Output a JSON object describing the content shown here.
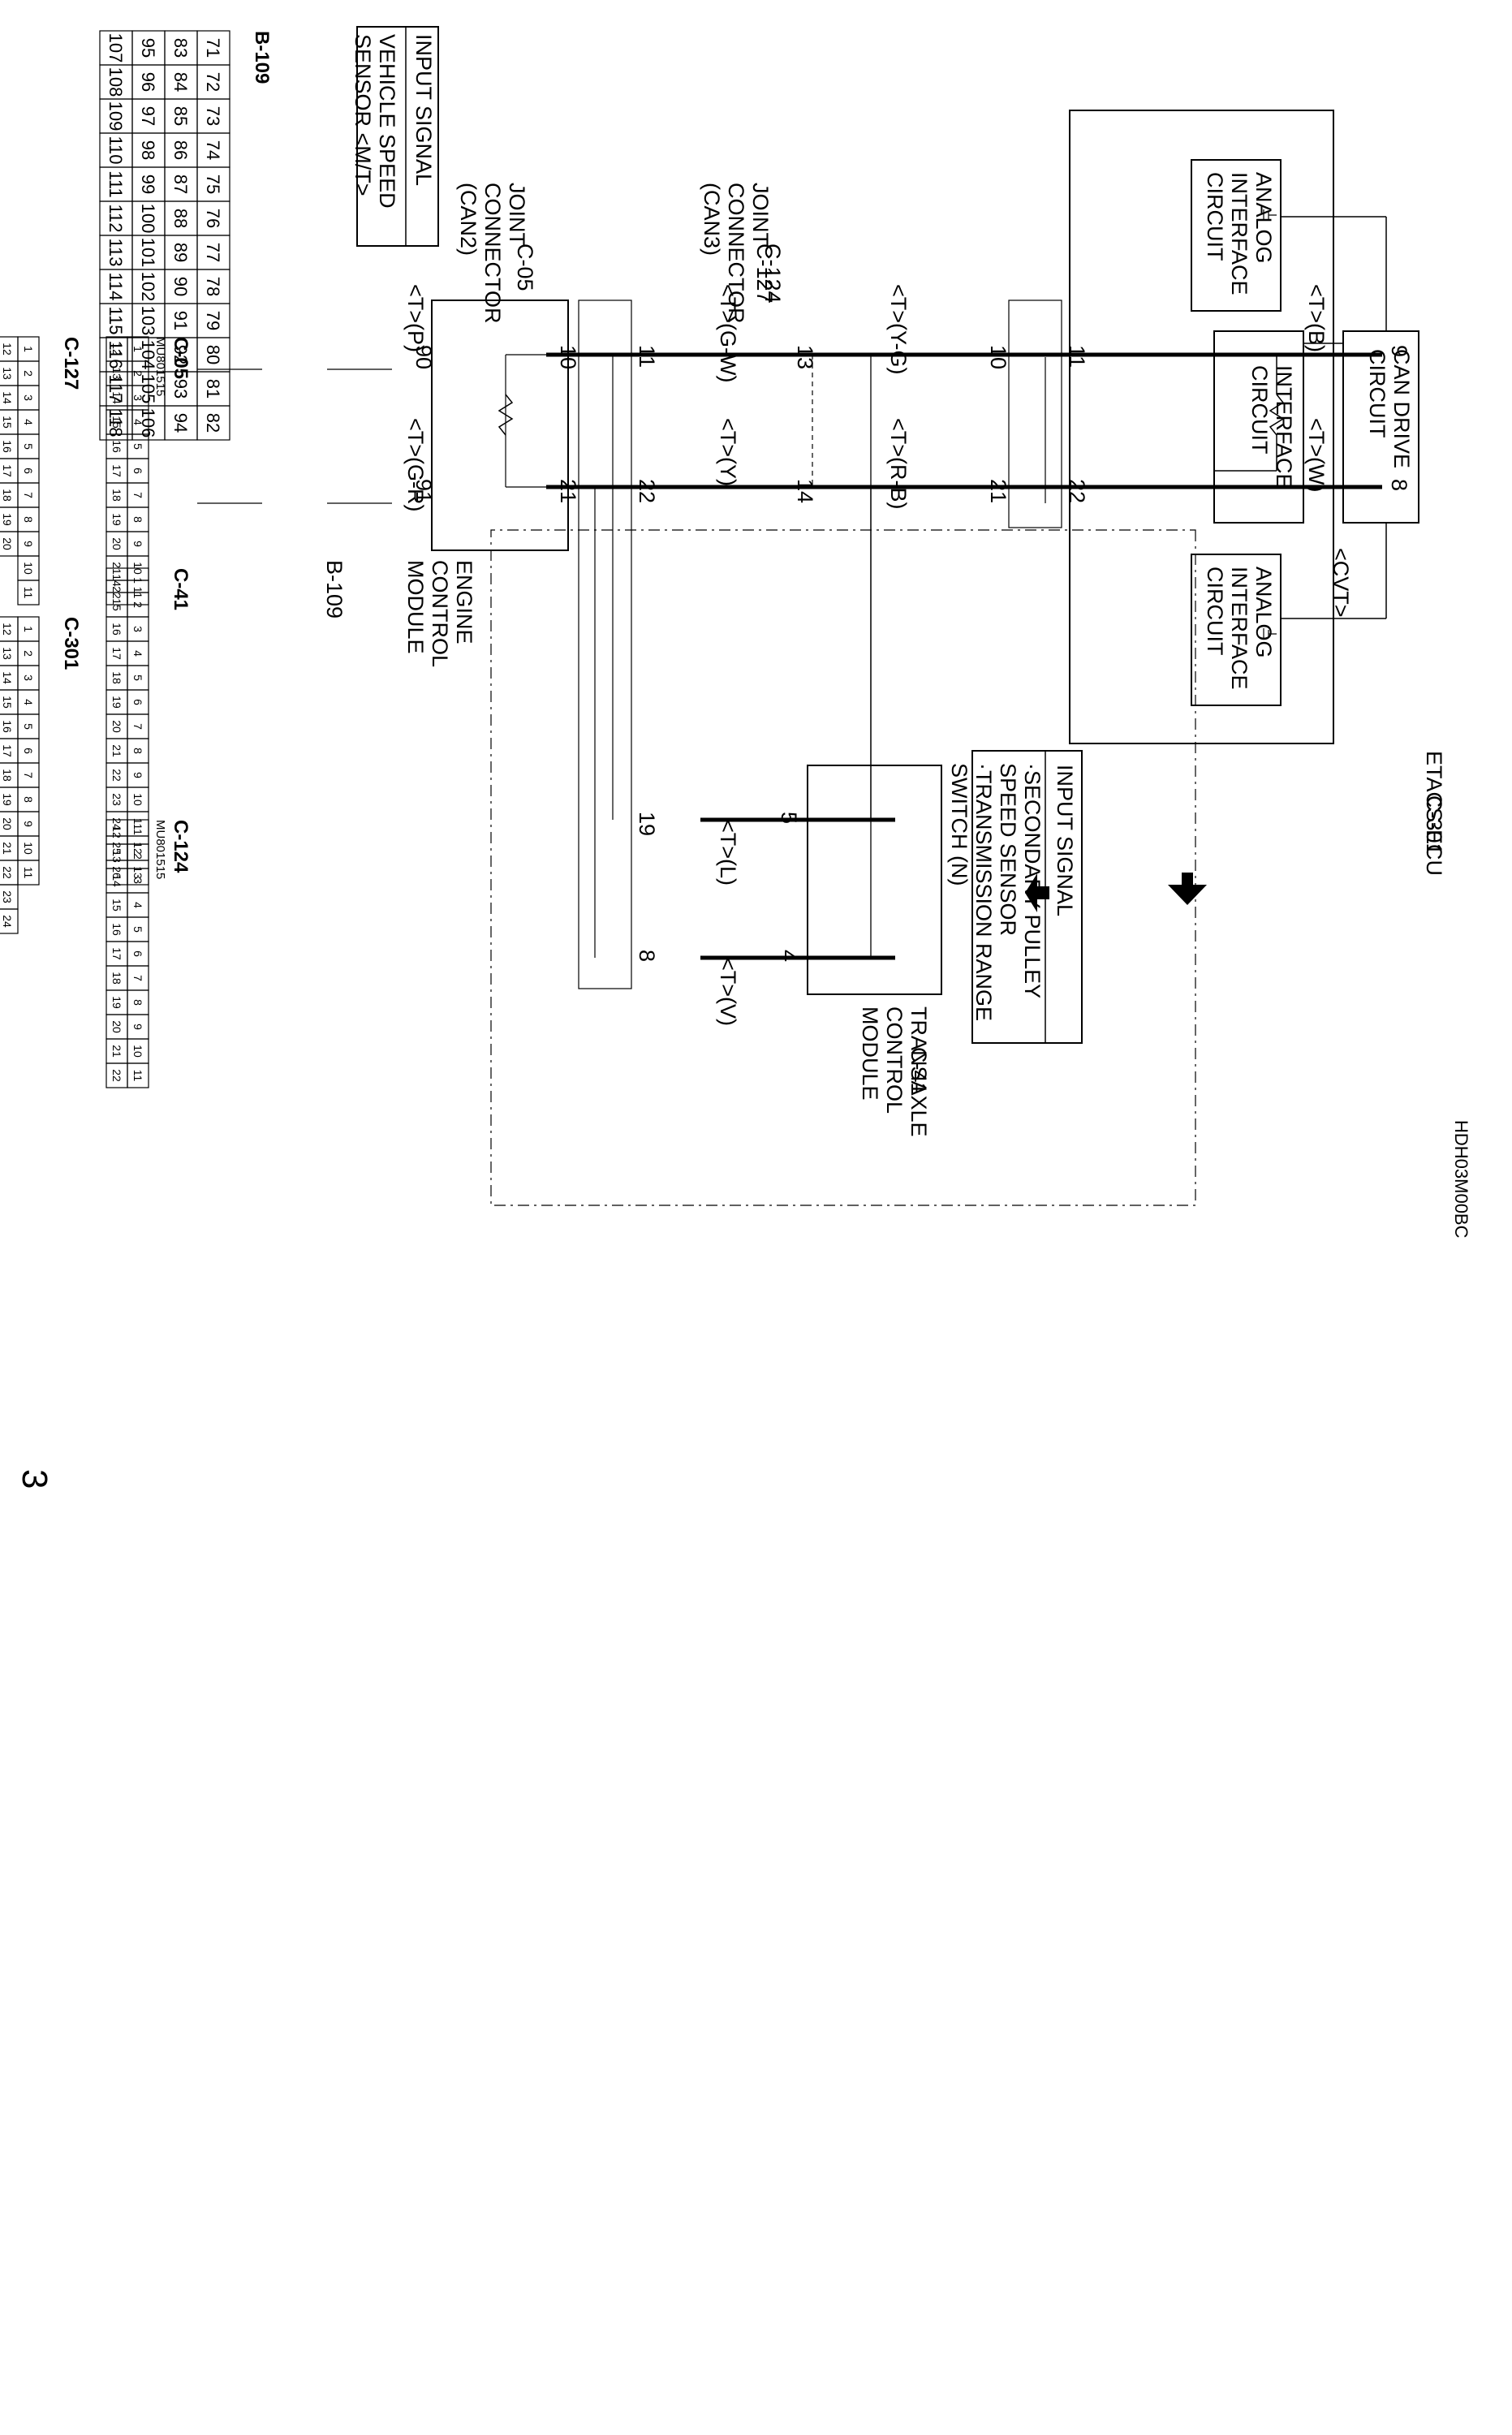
{
  "page_number": "3",
  "figure_code": "HDH03M00BC",
  "etacs": {
    "name": "ETACS-ECU",
    "connector": "C-301",
    "blocks": [
      [
        "ANALOG",
        "INTERFACE",
        "CIRCUIT"
      ],
      [
        "INTERFACE",
        "CIRCUIT"
      ],
      [
        "ANALOG",
        "INTERFACE",
        "CIRCUIT"
      ],
      [
        "CAN DRIVE",
        "CIRCUIT"
      ]
    ]
  },
  "joint_can2": {
    "lines": [
      "JOINT",
      "CONNECTOR",
      "(CAN2)"
    ],
    "connector": "C-05"
  },
  "joint_can3": {
    "lines": [
      "JOINT",
      "CONNECTOR",
      "(CAN3)"
    ],
    "connector": "C-124"
  },
  "inline_connector": "C-127",
  "engine_module": {
    "lines": [
      "ENGINE",
      "CONTROL",
      "MODULE"
    ],
    "connector": "B-109"
  },
  "input_engine": {
    "title": "INPUT SIGNAL",
    "lines": [
      "VEHICLE SPEED",
      "SENSOR <M/T>"
    ]
  },
  "cvt": {
    "label": "<CVT>",
    "input": {
      "title": "INPUT SIGNAL",
      "lines": [
        "·SECONDARY PULLEY",
        "SPEED SENSOR",
        "·TRANSMISSION RANGE",
        "SWITCH (N)"
      ]
    },
    "module": {
      "lines": [
        "TRANSAXLE",
        "CONTROL",
        "MODULE"
      ],
      "connector": "C-41"
    }
  },
  "pins": {
    "etacs_h": "9",
    "etacs_l": "8",
    "c05_h_in": "11",
    "c05_l_in": "22",
    "c05_h_out": "10",
    "c05_l_out": "21",
    "c127_h": "13",
    "c127_l": "14",
    "c124_h_in": "11",
    "c124_l_in": "22",
    "c124_h_out": "10",
    "c124_l_out": "21",
    "ecm_h": "90",
    "ecm_l": "91",
    "cvt_h_c124": "19",
    "cvt_l_c124": "8",
    "tcm_h": "5",
    "tcm_l": "4"
  },
  "wires": {
    "etacs_h": "<T>(B)",
    "etacs_l": "<T>(W)",
    "mid1_h": "<T>(Y-G)",
    "mid1_l": "<T>(R-B)",
    "mid2_h": "<T>(G-W)",
    "mid2_l": "<T>(Y)",
    "ecm_h": "<T>(P)",
    "ecm_l": "<T>(G-R)",
    "tcm_h": "<T>(L)",
    "tcm_l": "<T>(V)"
  },
  "connector_views": {
    "b109": {
      "label": "B-109",
      "rows": [
        [
          "71",
          "72",
          "73",
          "74",
          "75",
          "76",
          "77",
          "78",
          "79",
          "80",
          "81",
          "82"
        ],
        [
          "83",
          "84",
          "85",
          "86",
          "87",
          "88",
          "89",
          "90",
          "91",
          "92",
          "93",
          "94"
        ],
        [
          "95",
          "96",
          "97",
          "98",
          "99",
          "100",
          "101",
          "102",
          "103",
          "104",
          "105",
          "106"
        ],
        [
          "107",
          "108",
          "109",
          "110",
          "111",
          "112",
          "113",
          "114",
          "115",
          "116",
          "117",
          "118"
        ]
      ]
    },
    "c05": {
      "label": "C-05",
      "part": "MU801515",
      "rows": [
        [
          "1",
          "2",
          "3",
          "4",
          "5",
          "6",
          "7",
          "8",
          "9",
          "10",
          "11"
        ],
        [
          "12",
          "13",
          "14",
          "15",
          "16",
          "17",
          "18",
          "19",
          "20",
          "21",
          "22"
        ]
      ]
    },
    "c127": {
      "label": "C-127",
      "rows": [
        [
          "1",
          "2",
          "3",
          "4",
          "5",
          "6",
          "7",
          "8",
          "9",
          "10",
          "11"
        ],
        [
          "12",
          "13",
          "14",
          "15",
          "16",
          "17",
          "18",
          "19",
          "20"
        ]
      ]
    },
    "c41": {
      "label": "C-41",
      "rows": [
        [
          "1",
          "2",
          "3",
          "4",
          "5",
          "6",
          "7",
          "8",
          "9",
          "10",
          "11",
          "12",
          "13"
        ],
        [
          "14",
          "15",
          "16",
          "17",
          "18",
          "19",
          "20",
          "21",
          "22",
          "23",
          "24",
          "25",
          "26"
        ]
      ]
    },
    "c301": {
      "label": "C-301",
      "rows": [
        [
          "1",
          "2",
          "3",
          "4",
          "5",
          "6",
          "7",
          "8",
          "9",
          "10",
          "11"
        ],
        [
          "12",
          "13",
          "14",
          "15",
          "16",
          "17",
          "18",
          "19",
          "20",
          "21",
          "22",
          "23",
          "24"
        ]
      ]
    },
    "c124": {
      "label": "C-124",
      "part": "MU801515",
      "rows": [
        [
          "1",
          "2",
          "3",
          "4",
          "5",
          "6",
          "7",
          "8",
          "9",
          "10",
          "11"
        ],
        [
          "12",
          "13",
          "14",
          "15",
          "16",
          "17",
          "18",
          "19",
          "20",
          "21",
          "22"
        ]
      ]
    }
  }
}
